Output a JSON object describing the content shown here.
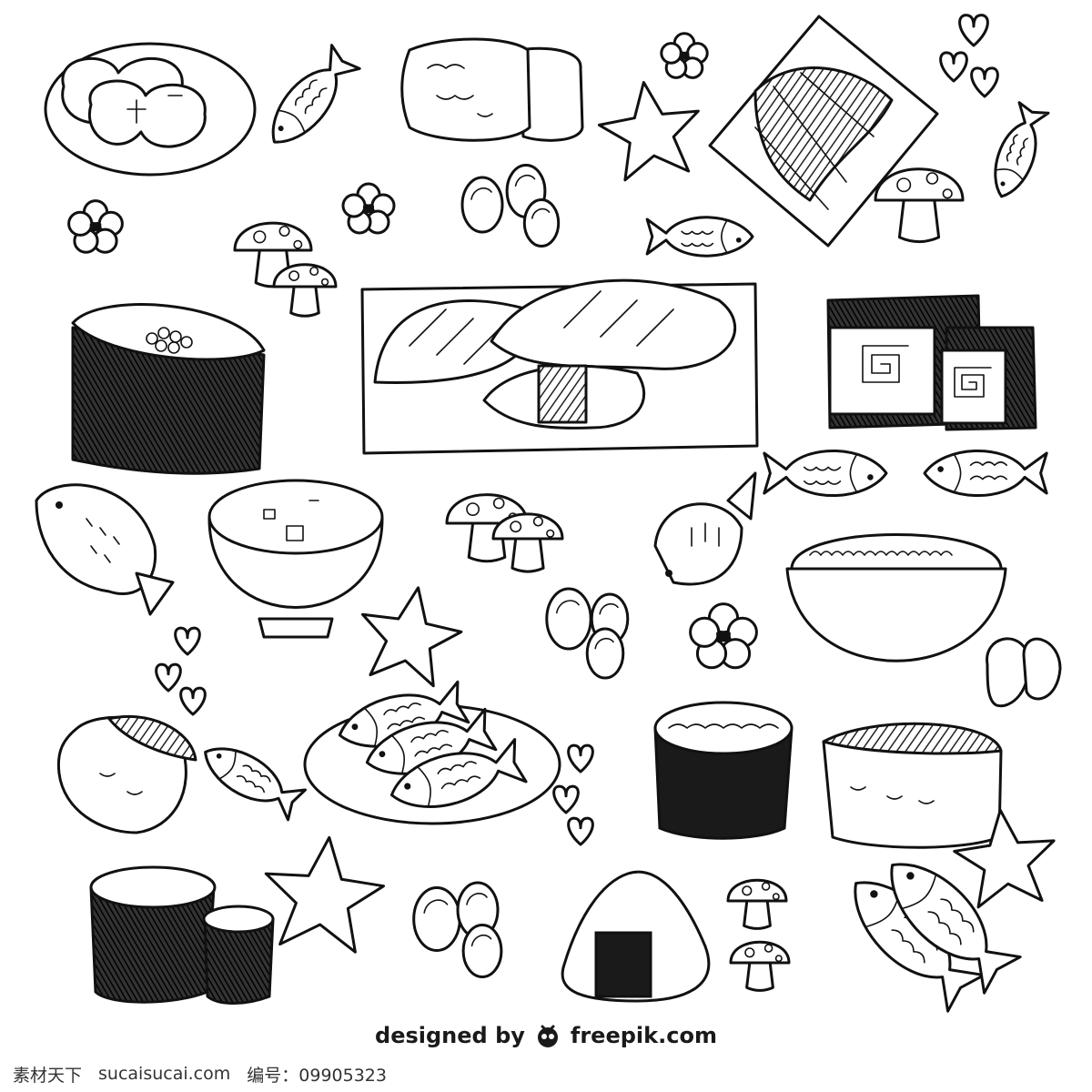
{
  "credit": {
    "prefix": "designed by",
    "brand": "freepik.com",
    "logo_icon": "freepik-logo-icon"
  },
  "watermark": {
    "site": "素材天下",
    "domain": "sucaisucai.com",
    "id_label": "编号：",
    "id_value": "09905323"
  },
  "palette": {
    "ink": "#111111",
    "background": "#ffffff"
  }
}
